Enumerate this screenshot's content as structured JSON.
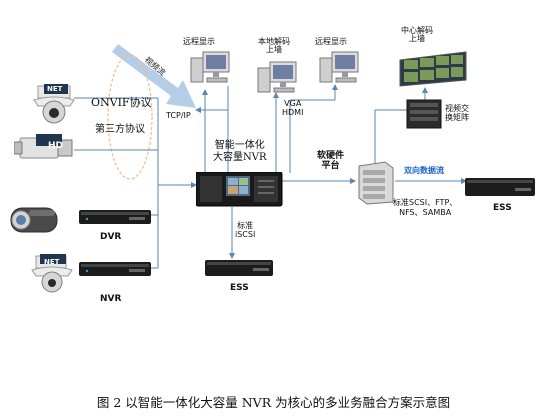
{
  "labels": {
    "remote_display_1": "远程显示",
    "local_decode": "本地解码\n上墙",
    "remote_display_2": "远程显示",
    "center_decode": "中心解码\n上墙",
    "video_matrix": "视频交\n换矩阵",
    "video_stream": "视频流",
    "tcp_ip": "TCP/IP",
    "vga_hdmi": "VGA\nHDMI",
    "onvif": "ONVIF协议",
    "third_party": "第三方协议",
    "nvr_title": "智能一体化\n大容量NVR",
    "soft_hard_platform": "软硬件\n平台",
    "bidirectional": "双向数据流",
    "std_protocols": "标准SCSI、FTP、\nNFS、SAMBA",
    "ess_right": "ESS",
    "iscsi": "标准\niSCSI",
    "ess_bottom": "ESS",
    "dvr": "DVR",
    "nvr": "NVR",
    "net_1": "NET",
    "hd": "HD",
    "net_2": "NET"
  },
  "caption": "图 2 以智能一体化大容量 NVR 为核心的多业务融合方案示意图",
  "colors": {
    "line": "#5a86b4",
    "arrow_band": "#a9c4e3",
    "ellipse": "#f2b98a",
    "bidirectional_text": "#1e63c8"
  },
  "icons": [
    "dome-camera-icon",
    "bullet-camera-icon",
    "box-camera-icon",
    "dvr-device-icon",
    "nvr-device-icon",
    "monitor-pc-icon",
    "video-wall-icon",
    "matrix-switch-icon",
    "server-rack-icon",
    "storage-array-icon"
  ]
}
